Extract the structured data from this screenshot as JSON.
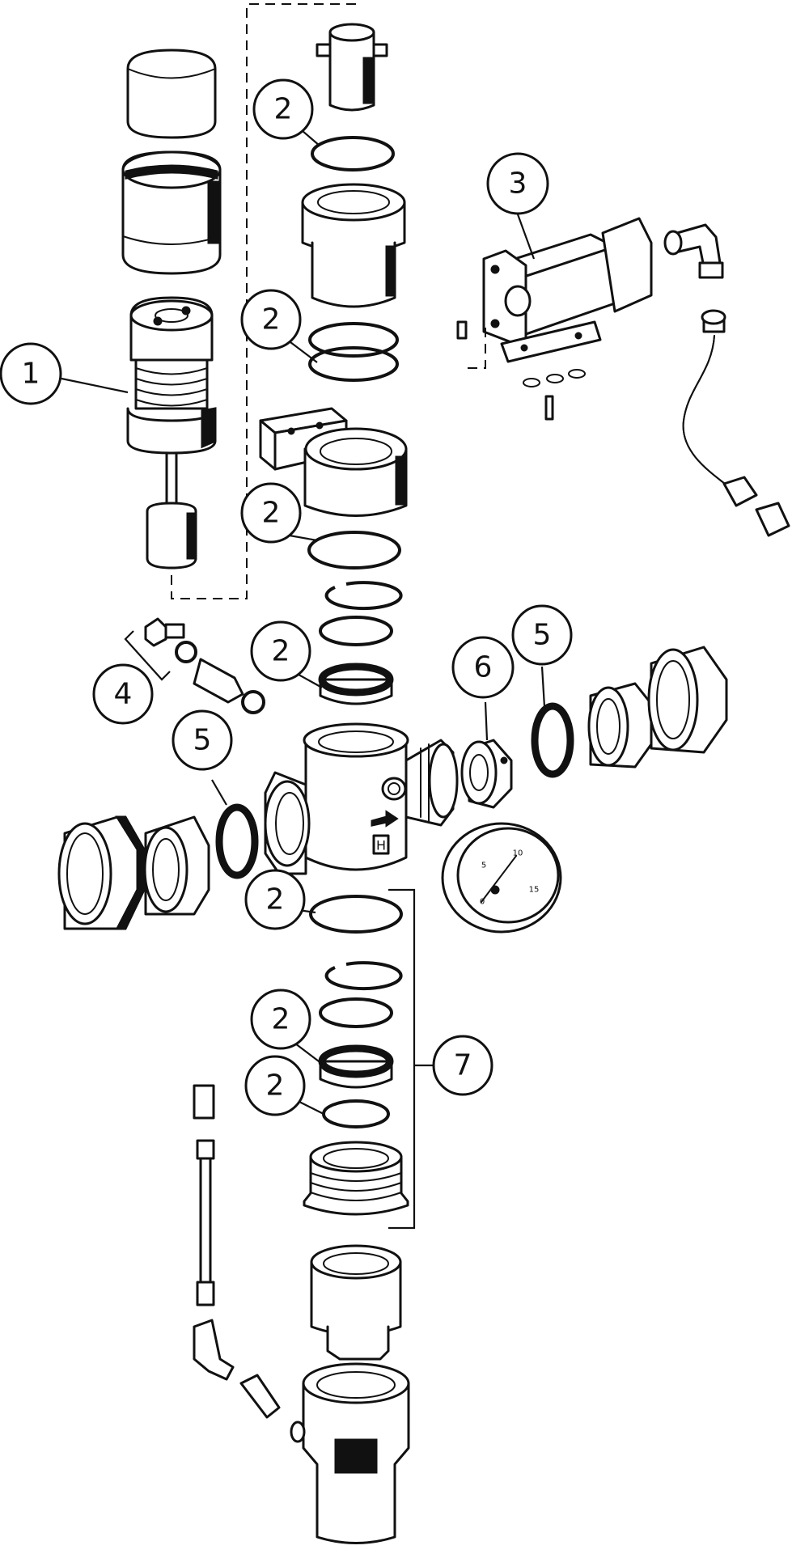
{
  "callouts": {
    "c1": "1",
    "c2a": "2",
    "c2b": "2",
    "c2c": "2",
    "c2d": "2",
    "c2e": "2",
    "c2f": "2",
    "c2g": "2",
    "c3": "3",
    "c4": "4",
    "c5a": "5",
    "c5b": "5",
    "c6": "6",
    "c7": "7"
  },
  "valve_body_mark": "H",
  "gauge": {
    "scale_labels": [
      "0",
      "5",
      "10",
      "15"
    ]
  },
  "colors": {
    "line": "#111111",
    "background": "#ffffff"
  }
}
